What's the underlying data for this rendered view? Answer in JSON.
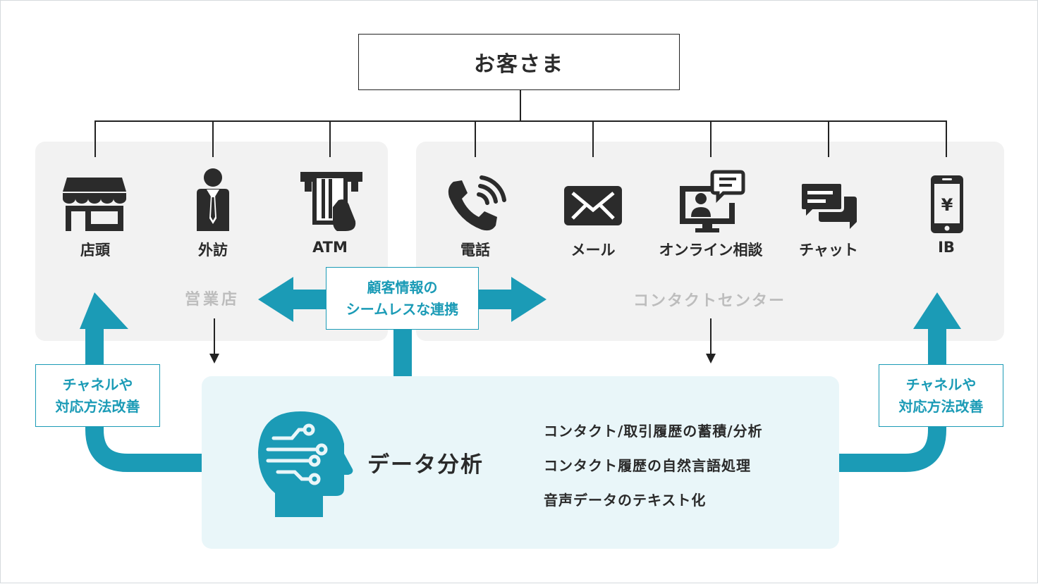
{
  "customer": {
    "label": "お客さま"
  },
  "branch": {
    "group_label": "営業店",
    "channels": [
      {
        "label": "店頭",
        "icon": "store-icon"
      },
      {
        "label": "外訪",
        "icon": "businessman-icon"
      },
      {
        "label": "ATM",
        "icon": "atm-icon"
      }
    ]
  },
  "contact_center": {
    "group_label": "コンタクトセンター",
    "channels": [
      {
        "label": "電話",
        "icon": "phone-icon"
      },
      {
        "label": "メール",
        "icon": "mail-icon"
      },
      {
        "label": "オンライン相談",
        "icon": "online-consultation-icon"
      },
      {
        "label": "チャット",
        "icon": "chat-icon"
      },
      {
        "label": "IB",
        "icon": "smartphone-yen-icon"
      }
    ]
  },
  "integration": {
    "line1": "顧客情報の",
    "line2": "シームレスな連携"
  },
  "improvement_left": {
    "line1": "チャネルや",
    "line2": "対応方法改善"
  },
  "improvement_right": {
    "line1": "チャネルや",
    "line2": "対応方法改善"
  },
  "analysis": {
    "title": "データ分析",
    "icon": "ai-head-icon",
    "items": [
      "コンタクト/取引履歴の蓄積/分析",
      "コンタクト履歴の自然言語処理",
      "音声データのテキスト化"
    ]
  },
  "colors": {
    "teal": "#1b9bb6",
    "panel": "#f2f2f2",
    "analysis_panel": "#e9f6f9",
    "icon": "#2b2b2b",
    "muted_label": "#bdbdbd"
  }
}
